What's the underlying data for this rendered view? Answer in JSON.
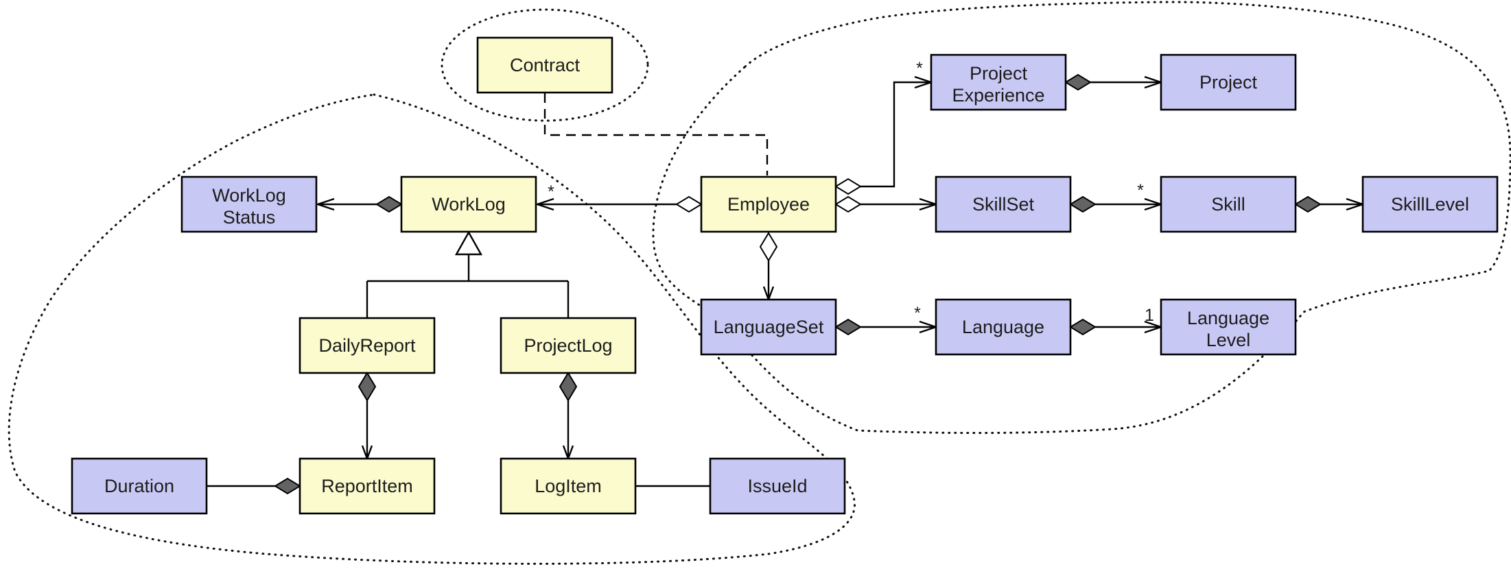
{
  "diagram": {
    "kind": "uml-class-domain-diagram",
    "colors": {
      "class_fill": "#FBFBCE",
      "entity_fill": "#C8C8F5",
      "border": "#000000",
      "composition_diamond_fill": "#636363",
      "background": "#FFFFFF"
    },
    "nodes": {
      "contract": {
        "label": "Contract",
        "fill": "yellow"
      },
      "worklog_status": {
        "label": "WorkLog",
        "label2": "Status",
        "fill": "purple"
      },
      "worklog": {
        "label": "WorkLog",
        "fill": "yellow"
      },
      "employee": {
        "label": "Employee",
        "fill": "yellow"
      },
      "project_experience": {
        "label": "Project",
        "label2": "Experience",
        "fill": "purple"
      },
      "project": {
        "label": "Project",
        "fill": "purple"
      },
      "skillset": {
        "label": "SkillSet",
        "fill": "purple"
      },
      "skill": {
        "label": "Skill",
        "fill": "purple"
      },
      "skilllevel": {
        "label": "SkillLevel",
        "fill": "purple"
      },
      "languageset": {
        "label": "LanguageSet",
        "fill": "purple"
      },
      "language": {
        "label": "Language",
        "fill": "purple"
      },
      "language_level": {
        "label": "Language",
        "label2": "Level",
        "fill": "purple"
      },
      "dailyreport": {
        "label": "DailyReport",
        "fill": "yellow"
      },
      "projectlog": {
        "label": "ProjectLog",
        "fill": "yellow"
      },
      "duration": {
        "label": "Duration",
        "fill": "purple"
      },
      "reportitem": {
        "label": "ReportItem",
        "fill": "yellow"
      },
      "logitem": {
        "label": "LogItem",
        "fill": "yellow"
      },
      "issueid": {
        "label": "IssueId",
        "fill": "purple"
      }
    },
    "multiplicities": {
      "employee_worklog": "*",
      "employee_project_experience": "*",
      "skillset_skill": "*",
      "languageset_language": "*",
      "language_language_level": "1"
    },
    "edges": [
      {
        "from": "worklog",
        "to": "worklog_status",
        "type": "composition-arrow"
      },
      {
        "from": "employee",
        "to": "worklog",
        "type": "aggregation-arrow",
        "multiplicity": "*"
      },
      {
        "from": "employee",
        "to": "project_experience",
        "type": "aggregation-arrow",
        "multiplicity": "*"
      },
      {
        "from": "employee",
        "to": "skillset",
        "type": "aggregation-arrow"
      },
      {
        "from": "employee",
        "to": "languageset",
        "type": "aggregation-arrow"
      },
      {
        "from": "project_experience",
        "to": "project",
        "type": "composition-arrow"
      },
      {
        "from": "skillset",
        "to": "skill",
        "type": "composition-arrow",
        "multiplicity": "*"
      },
      {
        "from": "skill",
        "to": "skilllevel",
        "type": "composition-arrow"
      },
      {
        "from": "languageset",
        "to": "language",
        "type": "composition-arrow",
        "multiplicity": "*"
      },
      {
        "from": "language",
        "to": "language_level",
        "type": "composition-arrow",
        "multiplicity": "1"
      },
      {
        "from": "dailyreport",
        "to": "worklog",
        "type": "generalization"
      },
      {
        "from": "projectlog",
        "to": "worklog",
        "type": "generalization"
      },
      {
        "from": "dailyreport",
        "to": "reportitem",
        "type": "composition-arrow"
      },
      {
        "from": "projectlog",
        "to": "logitem",
        "type": "composition-arrow"
      },
      {
        "from": "duration",
        "to": "reportitem",
        "type": "composition"
      },
      {
        "from": "logitem",
        "to": "issueid",
        "type": "association"
      },
      {
        "from": "contract",
        "to": "employee",
        "type": "dashed-dependency"
      }
    ],
    "boundaries": [
      "contract-ellipse",
      "worklog-domain-blob",
      "employee-domain-blob"
    ]
  }
}
